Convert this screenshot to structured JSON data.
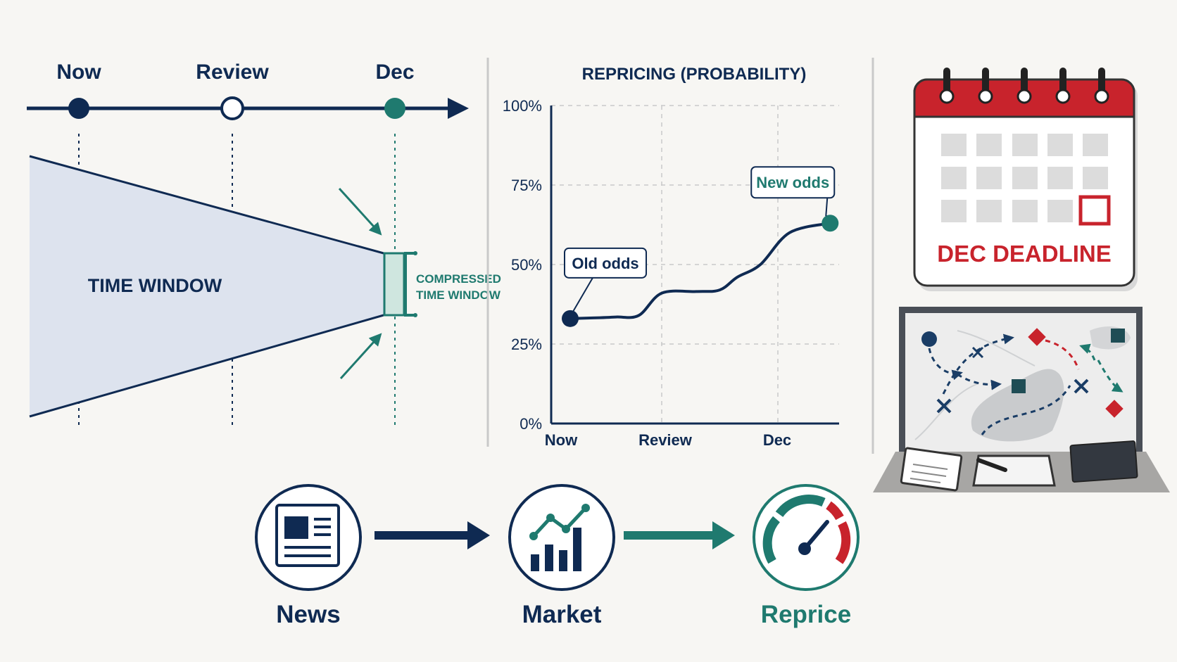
{
  "timeline": {
    "labels": [
      "Now",
      "Review",
      "Dec"
    ],
    "window_label": "TIME WINDOW",
    "compressed_label_line1": "COMPRESSED",
    "compressed_label_line2": "TIME WINDOW"
  },
  "chart_data": {
    "type": "line",
    "title": "REPRICING (PROBABILITY)",
    "x_categories": [
      "Now",
      "Review",
      "Dec"
    ],
    "y_tick_labels": [
      "100%",
      "75%",
      "50%",
      "25%",
      "0%"
    ],
    "ylim": [
      0,
      100
    ],
    "grid": true,
    "series": [
      {
        "x": [
          0.0,
          0.25,
          0.5,
          0.75,
          1.0,
          1.3,
          1.5,
          1.65,
          1.85,
          2.1,
          2.45
        ],
        "y": [
          33,
          33.2,
          33.5,
          34,
          41,
          41.5,
          42,
          46,
          50,
          60,
          63
        ]
      }
    ],
    "annotations": [
      {
        "text": "Old odds",
        "x": 0.0,
        "y": 33
      },
      {
        "text": "New odds",
        "x": 2.45,
        "y": 63
      }
    ],
    "colors": {
      "line": "#0f2a52",
      "end_point": "#1f7a6f"
    }
  },
  "calendar": {
    "caption": "DEC DEADLINE"
  },
  "flow": {
    "steps": [
      "News",
      "Market",
      "Reprice"
    ]
  },
  "colors": {
    "navy": "#0f2a52",
    "teal": "#1f7a6f",
    "red": "#c8232c",
    "window_fill": "#dde3ee",
    "background": "#f7f6f3"
  }
}
